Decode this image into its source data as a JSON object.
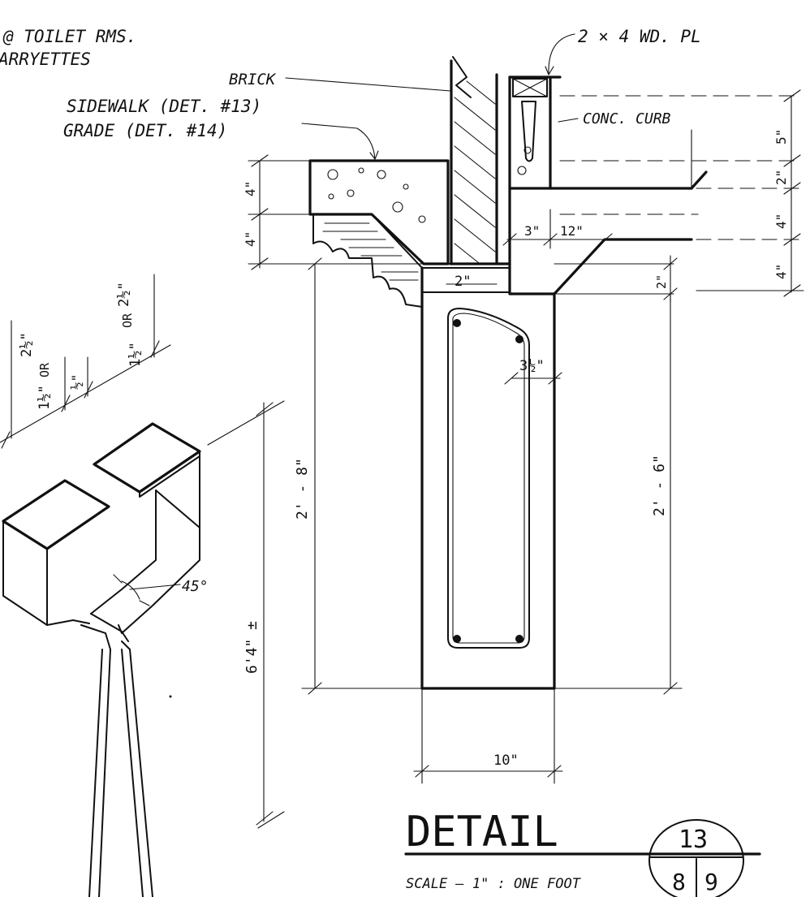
{
  "notes": {
    "top_left_line1": "@ TOILET RMS.",
    "top_left_line2": "ARRYETTES"
  },
  "labels": {
    "plate": "2 × 4 WD. PL",
    "brick": "BRICK",
    "sidewalk": "SIDEWALK (DET. #13)",
    "grade": "GRADE (DET. #14)",
    "conc_curb": "CONC. CURB"
  },
  "dimensions": {
    "curb_5": "5\"",
    "curb_2": "2\"",
    "curb_4a": "4\"",
    "curb_4b": "4\"",
    "sidewalk_4a": "4\"",
    "sidewalk_4b": "4\"",
    "gap_2": "2\"",
    "step_3": "3\"",
    "step_12": "12\"",
    "right_2": "2\"",
    "bar_3_5": "3½\"",
    "footing_height_left": "2' - 8\"",
    "footing_height_right": "2' - 6\"",
    "footing_width": "10\"",
    "iso_w1_top": "2½\"",
    "iso_w1_or": "OR",
    "iso_w1_bottom": "1½\"",
    "iso_gap": "½\"",
    "iso_w2_top": "2½\"",
    "iso_w2_or": "OR",
    "iso_w2_bottom": "1½\"",
    "iso_angle": "45°",
    "iso_height": "6'4\" ±"
  },
  "title_block": {
    "title": "DETAIL",
    "scale": "SCALE — 1\" : ONE FOOT",
    "detail_number": "13",
    "sheet_left": "8",
    "sheet_right": "9"
  },
  "colors": {
    "ink": "#111111",
    "paper": "#ffffff"
  }
}
